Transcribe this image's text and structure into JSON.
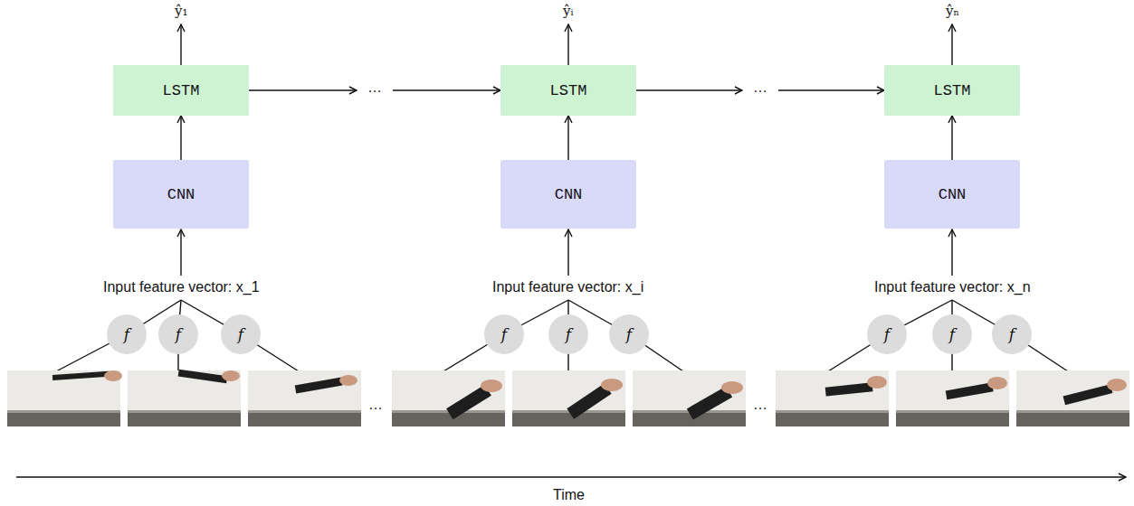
{
  "diagram": {
    "nodes": [
      {
        "text": [
          "LSTM"
        ]
      },
      {
        "text": [
          "LSTM"
        ]
      },
      {
        "text": [
          "LSTM"
        ]
      },
      {
        "text": [
          "CNN"
        ]
      },
      {
        "text": [
          "CNN"
        ]
      },
      {
        "text": [
          "CNN"
        ]
      },
      {
        "text": [
          "f"
        ]
      },
      {
        "text": [
          "f"
        ]
      },
      {
        "text": [
          "f"
        ]
      },
      {
        "text": [
          "f"
        ]
      },
      {
        "text": [
          "f"
        ]
      },
      {
        "text": [
          "f"
        ]
      },
      {
        "text": [
          "f"
        ]
      },
      {
        "text": [
          "f"
        ]
      },
      {
        "text": [
          "f"
        ]
      }
    ],
    "edges": [
      {
        "from": 3,
        "to": 0,
        "arrow": "to"
      },
      {
        "from": 4,
        "to": 1,
        "arrow": "to"
      },
      {
        "from": 5,
        "to": 2,
        "arrow": "to"
      },
      {
        "from": 0,
        "to": 1,
        "label": "…",
        "arrow": "to"
      },
      {
        "from": 1,
        "to": 2,
        "label": "…",
        "arrow": "to"
      }
    ],
    "labels": [
      "ŷ₁",
      "ŷᵢ",
      "ŷₙ",
      "Input feature vector: x_1",
      "Input feature vector: x_i",
      "Input feature vector: x_n",
      "…",
      "…",
      "Time"
    ]
  }
}
